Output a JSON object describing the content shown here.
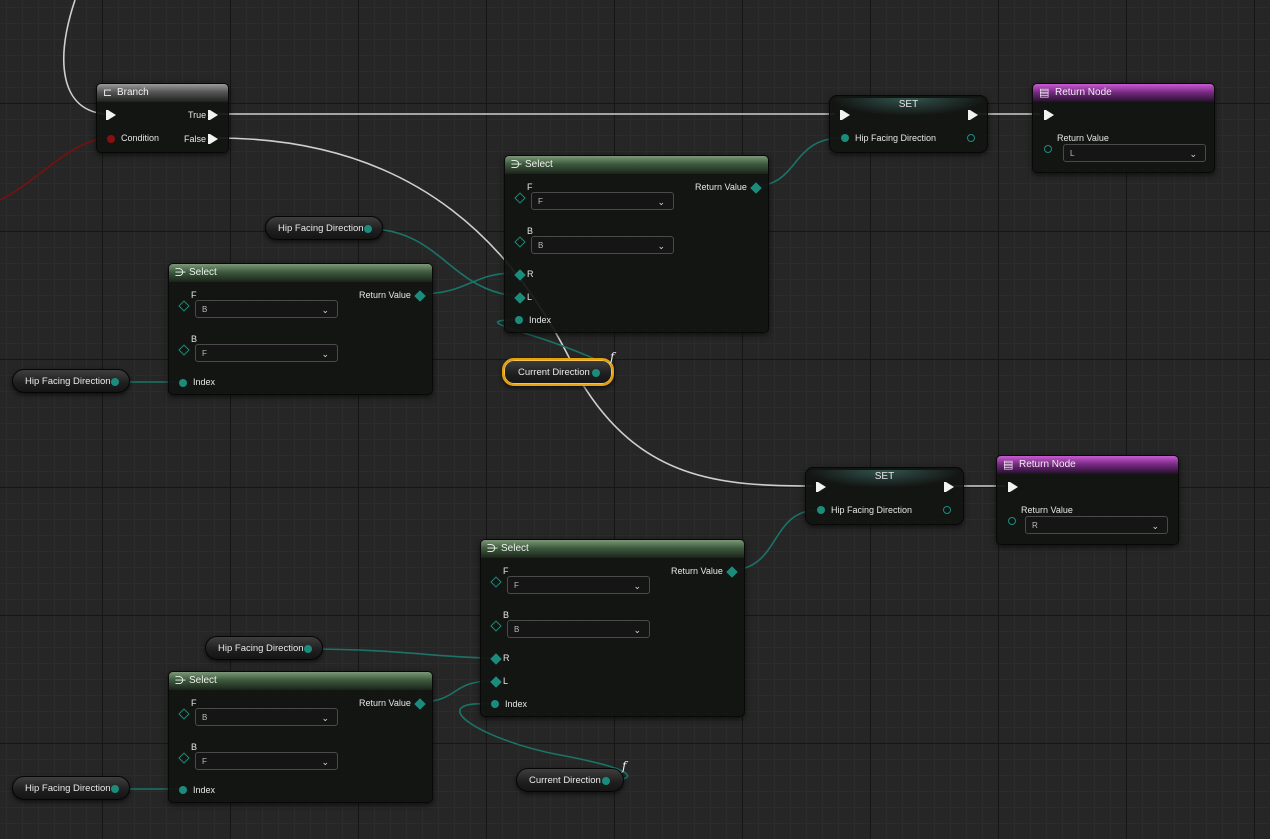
{
  "colors": {
    "pin_enum": "#1b8c7c",
    "exec": "#f2f2f2",
    "bool_pin": "#8a1010",
    "select_header": "#3d5a3d",
    "branch_header": "#555555",
    "return_header": "#7a2a84",
    "selection_outline": "#e8a10e"
  },
  "branch": {
    "title": "Branch",
    "icon": "branch-icon",
    "true_label": "True",
    "false_label": "False",
    "condition_label": "Condition"
  },
  "set_nodes": [
    {
      "title": "SET",
      "pin_label": "Hip Facing Direction"
    },
    {
      "title": "SET",
      "pin_label": "Hip Facing Direction"
    }
  ],
  "return_nodes": [
    {
      "title": "Return Node",
      "icon": "function-icon",
      "value_label": "Return Value",
      "value": "L"
    },
    {
      "title": "Return Node",
      "icon": "function-icon",
      "value_label": "Return Value",
      "value": "R"
    }
  ],
  "select_nodes": [
    {
      "title": "Select",
      "icon": "select-icon",
      "output_label": "Return Value",
      "options": [
        {
          "label": "F",
          "value": "F"
        },
        {
          "label": "B",
          "value": "B"
        }
      ],
      "extra_pins": [
        "R",
        "L"
      ],
      "index_label": "Index"
    },
    {
      "title": "Select",
      "icon": "select-icon",
      "output_label": "Return Value",
      "options": [
        {
          "label": "F",
          "value": "B"
        },
        {
          "label": "B",
          "value": "F"
        }
      ],
      "index_label": "Index"
    },
    {
      "title": "Select",
      "icon": "select-icon",
      "output_label": "Return Value",
      "options": [
        {
          "label": "F",
          "value": "F"
        },
        {
          "label": "B",
          "value": "B"
        }
      ],
      "extra_pins": [
        "R",
        "L"
      ],
      "index_label": "Index"
    },
    {
      "title": "Select",
      "icon": "select-icon",
      "output_label": "Return Value",
      "options": [
        {
          "label": "F",
          "value": "B"
        },
        {
          "label": "B",
          "value": "F"
        }
      ],
      "index_label": "Index"
    }
  ],
  "variables": {
    "hip_facing": [
      "Hip Facing Direction",
      "Hip Facing Direction",
      "Hip Facing Direction",
      "Hip Facing Direction"
    ],
    "current_direction": [
      "Current Direction",
      "Current Direction"
    ],
    "function_glyph": "f"
  },
  "dropdown_chevron": "⌄"
}
